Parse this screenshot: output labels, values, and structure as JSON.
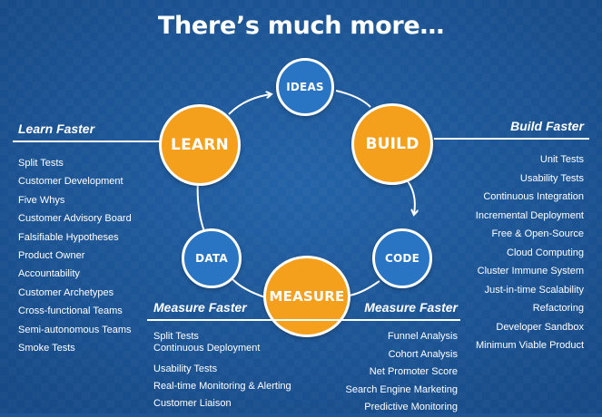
{
  "title": "There’s much more…",
  "cycle": {
    "ideas": "IDEAS",
    "build": "BUILD",
    "code": "CODE",
    "measure": "MEASURE",
    "data": "DATA",
    "learn": "LEARN"
  },
  "learn_faster": {
    "heading": "Learn Faster",
    "items": [
      "Split Tests",
      "Customer Development",
      "Five Whys",
      "Customer Advisory Board",
      "Falsifiable Hypotheses",
      "Product Owner",
      "Accountability",
      "Customer Archetypes",
      "Cross-functional Teams",
      "Semi-autonomous Teams",
      "Smoke Tests"
    ]
  },
  "build_faster": {
    "heading": "Build Faster",
    "items": [
      "Unit Tests",
      "Usability Tests",
      "Continuous Integration",
      "Incremental Deployment",
      "Free & Open-Source",
      "Cloud Computing",
      "Cluster Immune System",
      "Just-in-time Scalability",
      "Refactoring",
      "Developer Sandbox",
      "Minimum Viable Product"
    ]
  },
  "measure_faster_left": {
    "heading": "Measure Faster",
    "items": [
      "Split Tests",
      "Continuous Deployment",
      "Usability Tests",
      "Real-time Monitoring & Alerting",
      "Customer Liaison"
    ]
  },
  "measure_faster_right": {
    "heading": "Measure Faster",
    "items": [
      "Funnel Analysis",
      "Cohort Analysis",
      "Net Promoter Score",
      "Search Engine Marketing",
      "Predictive Monitoring"
    ]
  },
  "colors": {
    "background": "#1d5596",
    "big_node": "#f4a01c",
    "small_node": "#2a74c4",
    "text": "#ffffff"
  }
}
